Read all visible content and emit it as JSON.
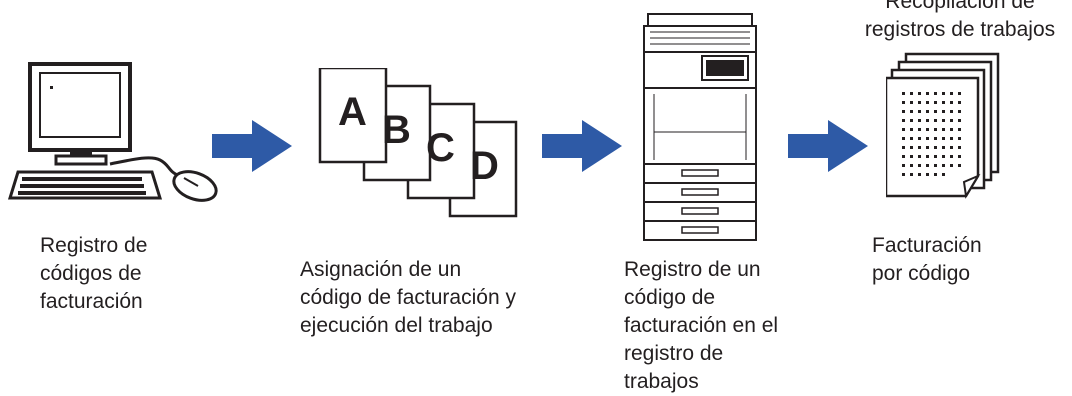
{
  "captions": {
    "step1": [
      "Registro de",
      "códigos de",
      "facturación"
    ],
    "step2": [
      "Asignación de un",
      "código de facturación y",
      "ejecución del trabajo"
    ],
    "step3": [
      "Registro de un",
      "código de",
      "facturación en el",
      "registro de",
      "trabajos"
    ],
    "step4": [
      "Facturación",
      "por código"
    ],
    "top": [
      "Recopilación de",
      "registros de trabajos"
    ]
  },
  "document_letters": [
    "A",
    "B",
    "C",
    "D"
  ],
  "colors": {
    "arrow": "#2e5aa6",
    "ink": "#231f20"
  },
  "icons": [
    "computer-icon",
    "documents-icon",
    "printer-icon",
    "reports-icon",
    "arrow-right-icon"
  ]
}
